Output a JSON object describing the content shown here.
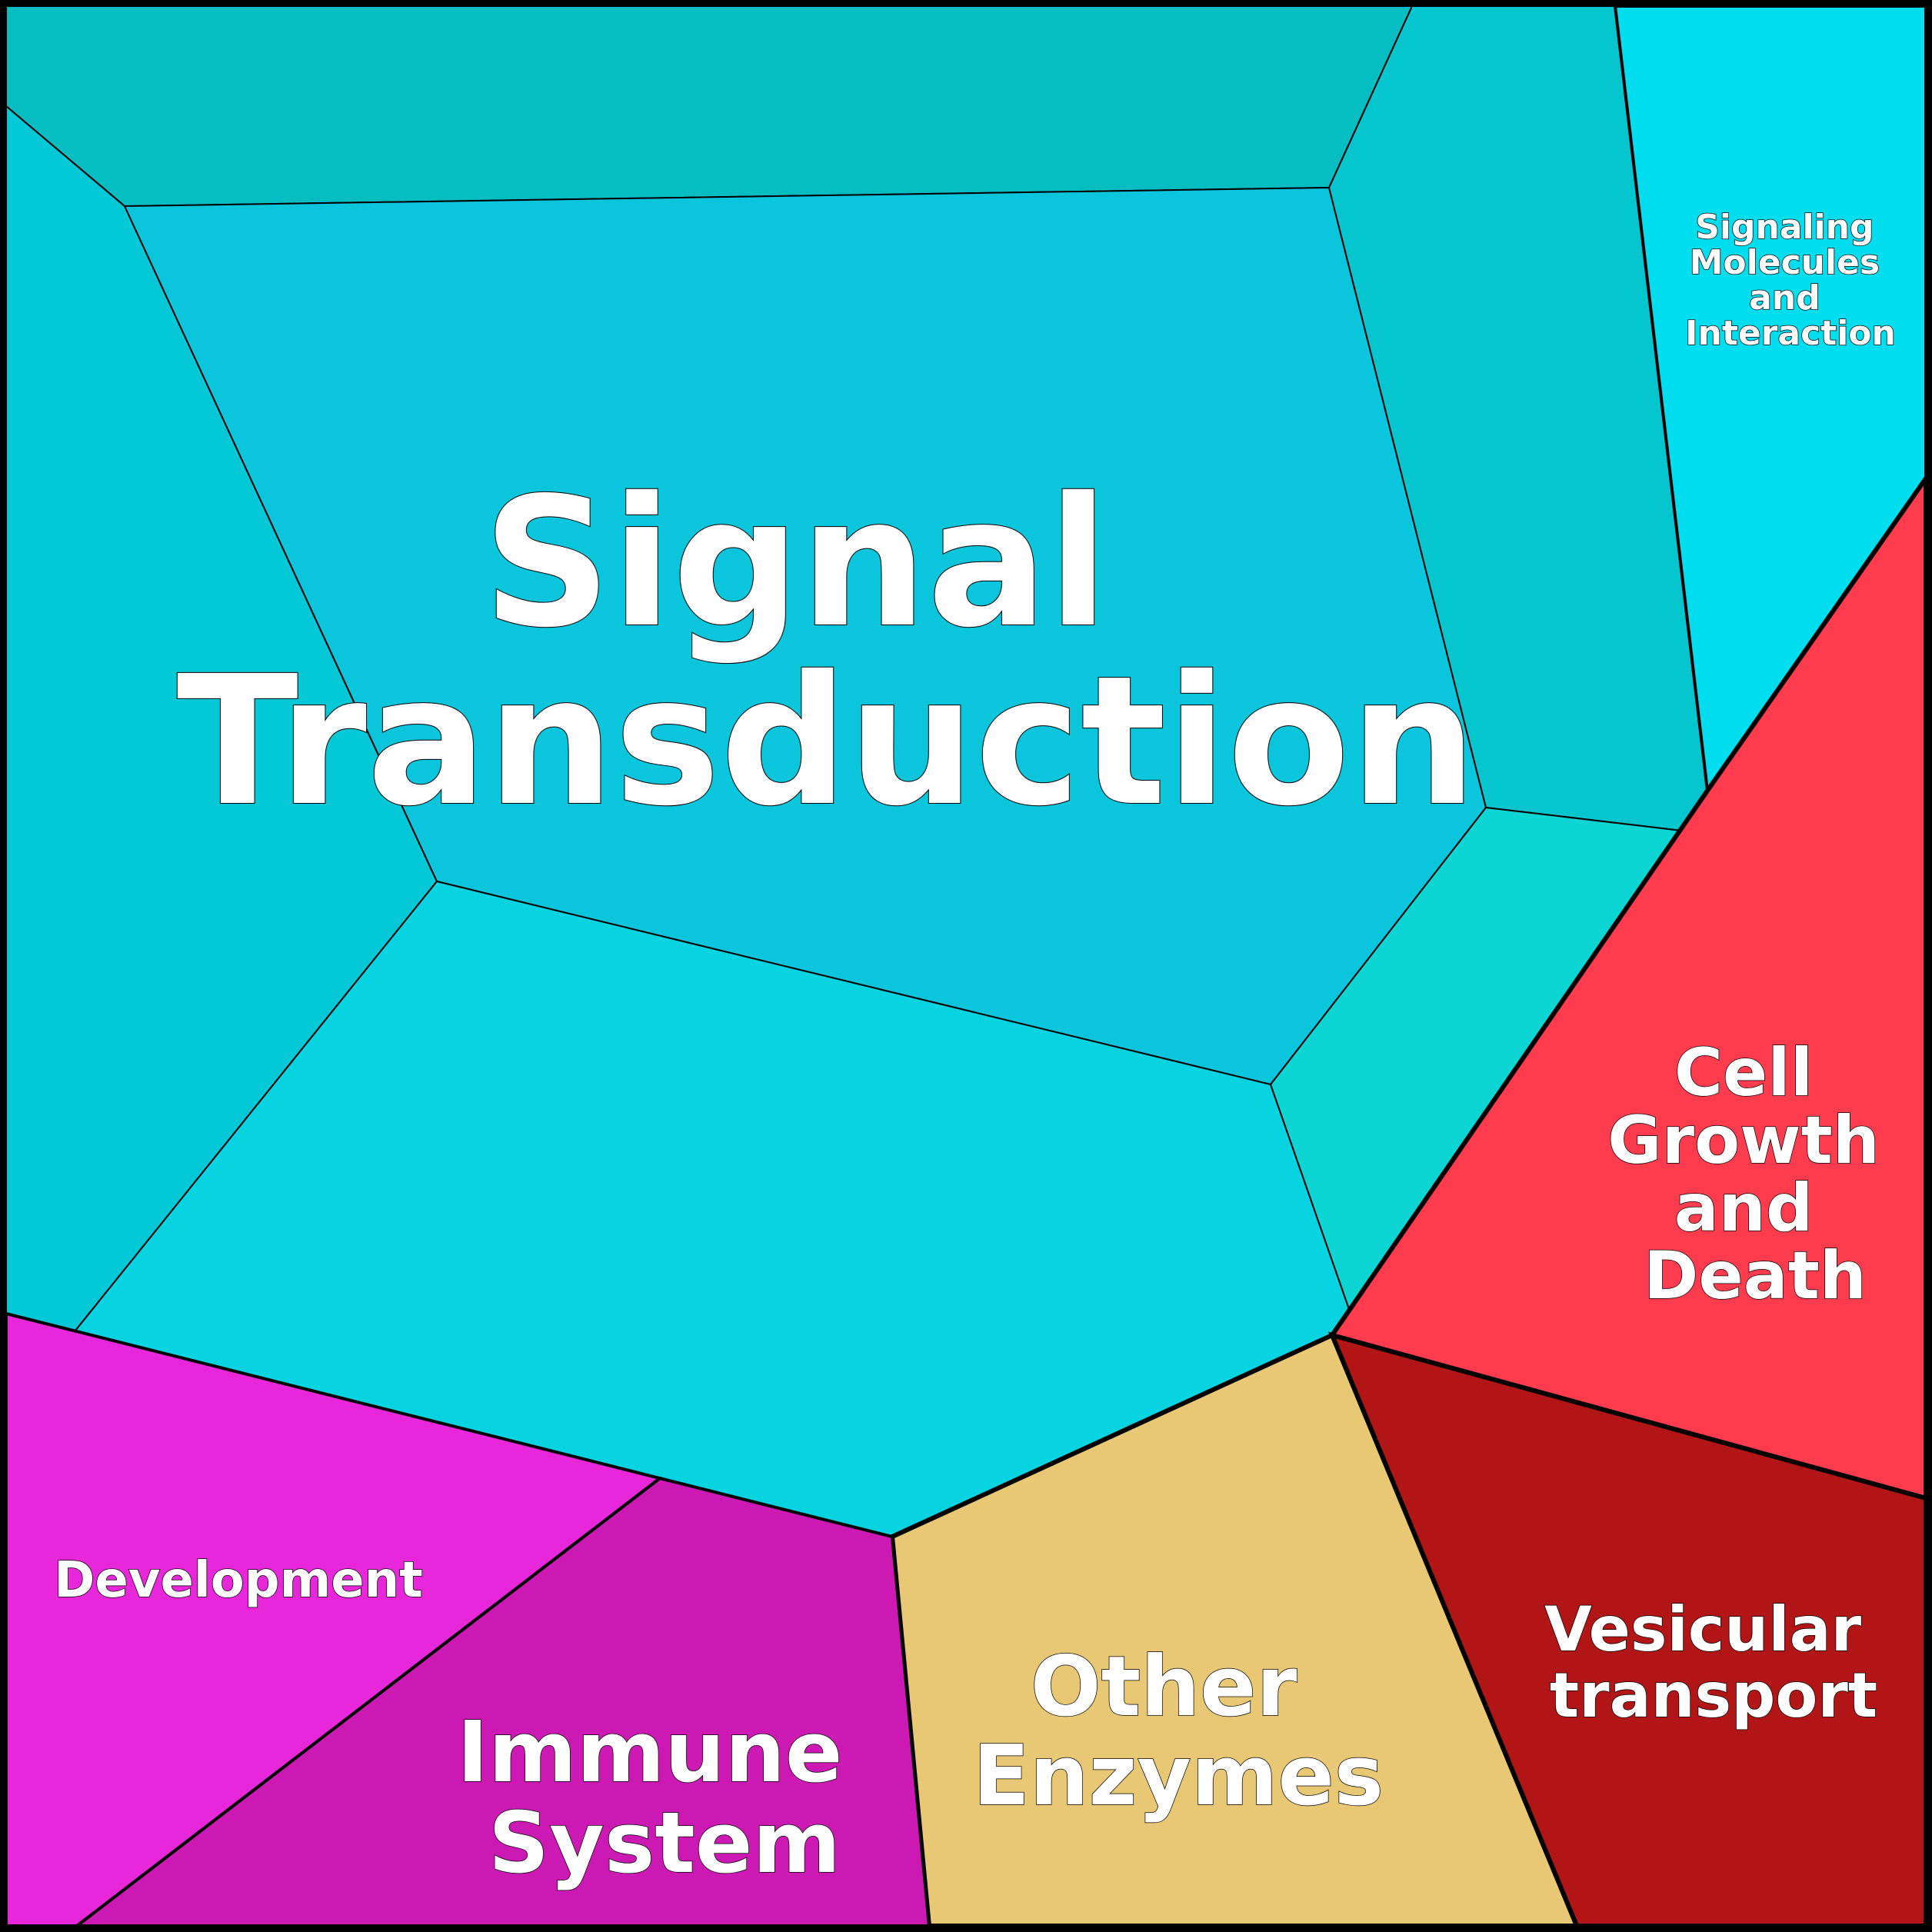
{
  "diagram": {
    "type": "voronoi-treemap",
    "colors": {
      "signal_transduction_main": "#0AC5DB",
      "signal_top": "#06BEC2",
      "signal_left": "#05C8D6",
      "signal_right_upper": "#05C6CF",
      "signal_bottom": "#07D4E0",
      "signal_right_lower": "#0DD5D3",
      "signaling_molecules": "#00DDEF",
      "cell_growth": "#FF3B4E",
      "vesicular": "#B21515",
      "other_enzymes": "#E8C874",
      "immune": "#CC19B3",
      "development": "#E827DB"
    },
    "labels": {
      "signal_transduction": [
        "Signal",
        "Transduction"
      ],
      "signaling_molecules": [
        "Signaling",
        "Molecules",
        "and",
        "Interaction"
      ],
      "cell_growth": [
        "Cell",
        "Growth",
        "and",
        "Death"
      ],
      "vesicular": [
        "Vesicular",
        "transport"
      ],
      "other_enzymes": [
        "Other",
        "Enzymes"
      ],
      "immune": [
        "Immune",
        "System"
      ],
      "development": [
        "Development"
      ]
    }
  }
}
